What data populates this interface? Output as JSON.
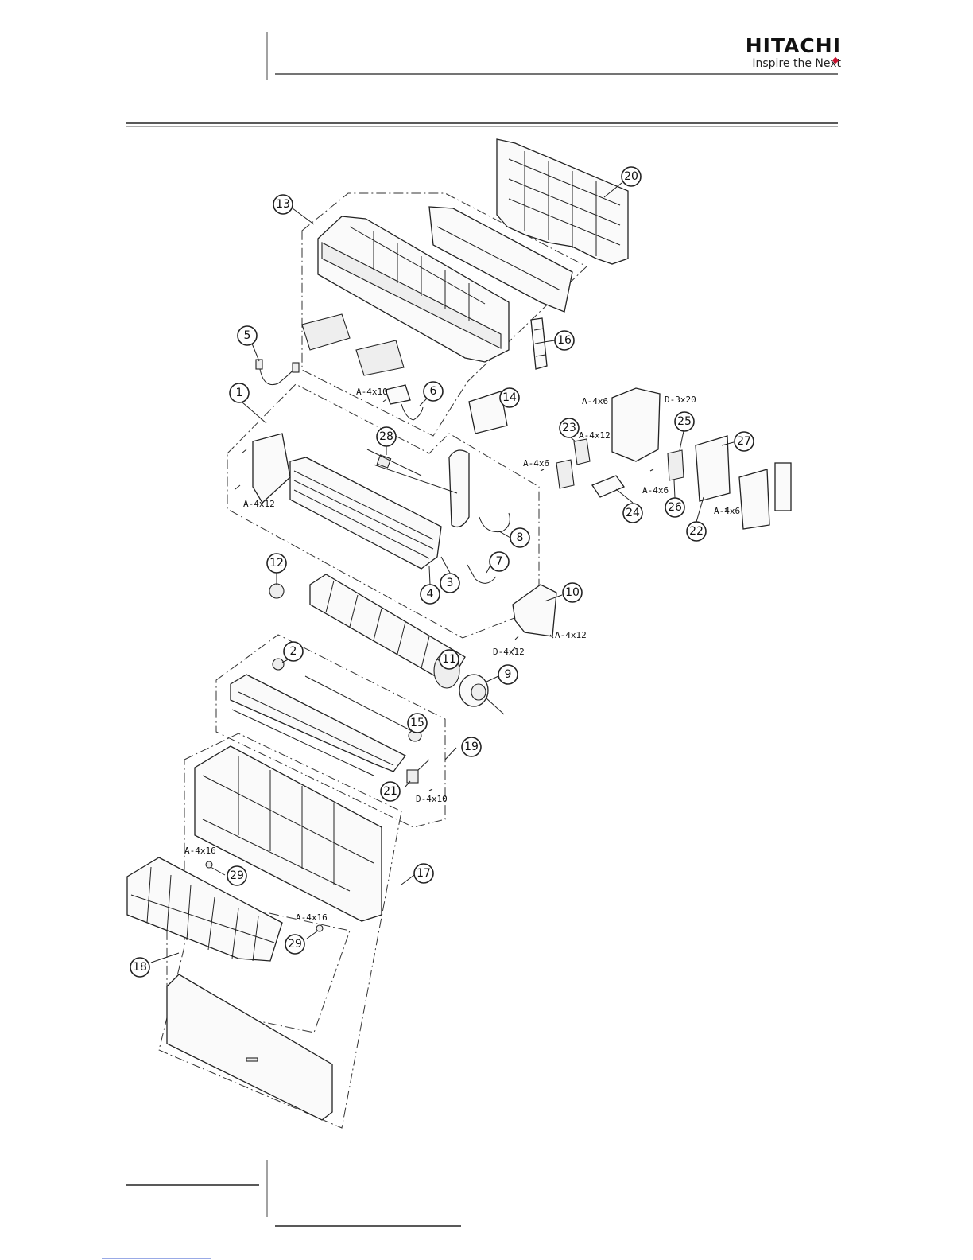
{
  "header": {
    "brand_name": "HITACHI",
    "brand_tagline": "Inspire the Next",
    "brand_accent_color": "#c8102e"
  },
  "callouts": [
    {
      "id": "c20",
      "label": "20"
    },
    {
      "id": "c13",
      "label": "13"
    },
    {
      "id": "c16",
      "label": "16"
    },
    {
      "id": "c5",
      "label": "5"
    },
    {
      "id": "c6",
      "label": "6"
    },
    {
      "id": "c14",
      "label": "14"
    },
    {
      "id": "c1",
      "label": "1"
    },
    {
      "id": "c28",
      "label": "28"
    },
    {
      "id": "c8",
      "label": "8"
    },
    {
      "id": "c7",
      "label": "7"
    },
    {
      "id": "c3",
      "label": "3"
    },
    {
      "id": "c4",
      "label": "4"
    },
    {
      "id": "c12",
      "label": "12"
    },
    {
      "id": "c10",
      "label": "10"
    },
    {
      "id": "c2",
      "label": "2"
    },
    {
      "id": "c11",
      "label": "11"
    },
    {
      "id": "c9",
      "label": "9"
    },
    {
      "id": "c15",
      "label": "15"
    },
    {
      "id": "c19",
      "label": "19"
    },
    {
      "id": "c21",
      "label": "21"
    },
    {
      "id": "c17",
      "label": "17"
    },
    {
      "id": "c29a",
      "label": "29"
    },
    {
      "id": "c29b",
      "label": "29"
    },
    {
      "id": "c18",
      "label": "18"
    },
    {
      "id": "c23",
      "label": "23"
    },
    {
      "id": "c25",
      "label": "25"
    },
    {
      "id": "c27",
      "label": "27"
    },
    {
      "id": "c24",
      "label": "24"
    },
    {
      "id": "c26",
      "label": "26"
    },
    {
      "id": "c22",
      "label": "22"
    }
  ],
  "screws": [
    {
      "id": "s1",
      "label": "A-4x10"
    },
    {
      "id": "s2",
      "label": "A-4x12"
    },
    {
      "id": "s3",
      "label": "A-4x6"
    },
    {
      "id": "s4",
      "label": "D-3x20"
    },
    {
      "id": "s5",
      "label": "A-4x12"
    },
    {
      "id": "s6",
      "label": "A-4x6"
    },
    {
      "id": "s7",
      "label": "A-4x6"
    },
    {
      "id": "s8",
      "label": "A-4x6"
    },
    {
      "id": "s9",
      "label": "A-4x12"
    },
    {
      "id": "s10",
      "label": "D-4x12"
    },
    {
      "id": "s11",
      "label": "D-4x10"
    },
    {
      "id": "s12",
      "label": "A-4x16"
    },
    {
      "id": "s13",
      "label": "A-4x16"
    }
  ]
}
